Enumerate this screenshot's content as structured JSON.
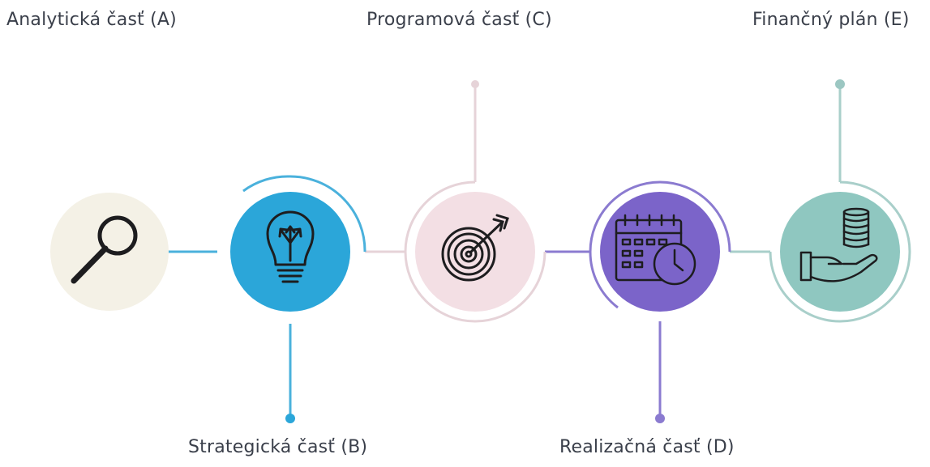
{
  "steps": [
    {
      "id": "A",
      "label": "Analytická časť (A)",
      "icon": "magnifier-icon",
      "color": "#f3f0e6"
    },
    {
      "id": "B",
      "label": "Strategická časť (B)",
      "icon": "lightbulb-icon",
      "color": "#2aa7d8"
    },
    {
      "id": "C",
      "label": "Programová časť (C)",
      "icon": "target-icon",
      "color": "#f3dfe4"
    },
    {
      "id": "D",
      "label": "Realizačná časť (D)",
      "icon": "calendar-clock-icon",
      "color": "#7a64c8"
    },
    {
      "id": "E",
      "label": "Finančný plán (E)",
      "icon": "hand-coins-icon",
      "color": "#8fc7c0"
    }
  ],
  "colors": {
    "connector_a_b": "#4ab1dc",
    "connector_b_c": "#e6d3d8",
    "connector_c_d": "#8b7bd0",
    "connector_d_e": "#a9cfca",
    "icon_stroke": "#1d1d1f"
  }
}
